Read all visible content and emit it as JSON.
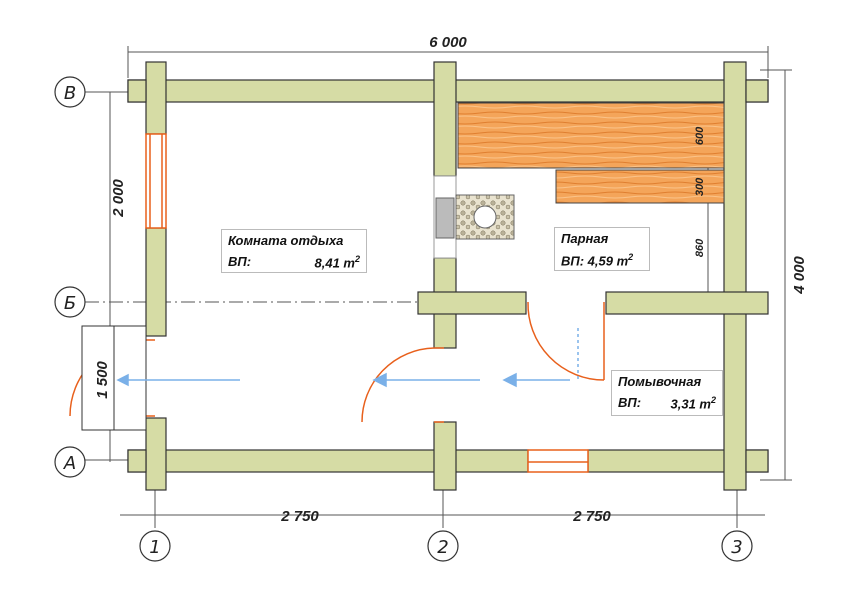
{
  "dimensions": {
    "top_total": "6 000",
    "right_total": "4 000",
    "left_upper": "2 000",
    "left_lower": "1 500",
    "bottom_left": "2 750",
    "bottom_right": "2 750",
    "bench_upper": "600",
    "bench_lower": "300",
    "bench_height": "860"
  },
  "axes": {
    "rows": [
      "В",
      "Б",
      "А"
    ],
    "columns": [
      "1",
      "2",
      "3"
    ]
  },
  "rooms": [
    {
      "name": "Комната отдыха",
      "area_label": "ВП:",
      "area_value": "8,41 m",
      "area_unit_sup": "2"
    },
    {
      "name": "Парная",
      "area_label": "ВП: 4,59 m",
      "area_value": "",
      "area_unit_sup": "2"
    },
    {
      "name": "Помывочная",
      "area_label": "ВП:",
      "area_value": "3,31 m",
      "area_unit_sup": "2"
    }
  ],
  "colors": {
    "wall": "#d6dca5",
    "wall_stroke": "#333333",
    "opening": "#e8601c",
    "arrow": "#7ab0e8",
    "bench": "#f29a4a"
  }
}
